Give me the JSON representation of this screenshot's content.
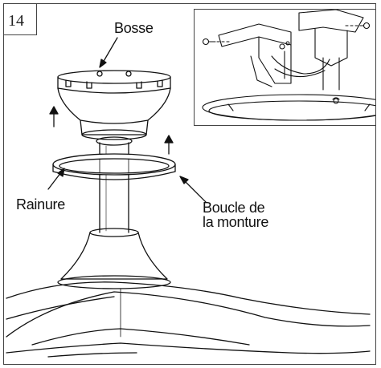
{
  "step": {
    "number": "14"
  },
  "labels": {
    "bosse": "Bosse",
    "rainure": "Rainure",
    "boucle_line1": "Boucle de",
    "boucle_line2": "la monture"
  }
}
